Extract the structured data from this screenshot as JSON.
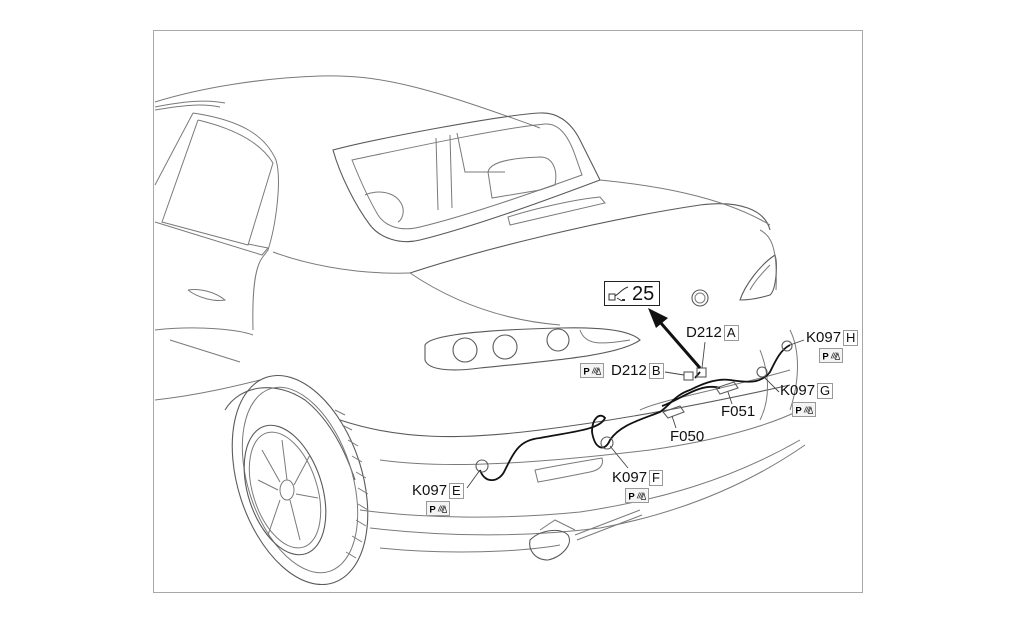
{
  "diagram": {
    "subject": "Rear view of sedan showing parking sensor wiring harness",
    "reference": {
      "icon": "connector-wiring-icon",
      "number": "25"
    },
    "labels": [
      {
        "id": "d212a",
        "code": "D212",
        "suffix": "A",
        "has_parking_icon": false
      },
      {
        "id": "d212b",
        "code": "D212",
        "suffix": "B",
        "has_parking_icon": true
      },
      {
        "id": "k097h",
        "code": "K097",
        "suffix": "H",
        "has_parking_icon": true
      },
      {
        "id": "k097g",
        "code": "K097",
        "suffix": "G",
        "has_parking_icon": true
      },
      {
        "id": "k097e",
        "code": "K097",
        "suffix": "E",
        "has_parking_icon": true
      },
      {
        "id": "k097f",
        "code": "K097",
        "suffix": "F",
        "has_parking_icon": true
      },
      {
        "id": "f050",
        "code": "F050",
        "suffix": "",
        "has_parking_icon": false
      },
      {
        "id": "f051",
        "code": "F051",
        "suffix": "",
        "has_parking_icon": false
      }
    ],
    "parking_icon": {
      "text": "P",
      "semantic": "parking-sensor-icon"
    }
  }
}
